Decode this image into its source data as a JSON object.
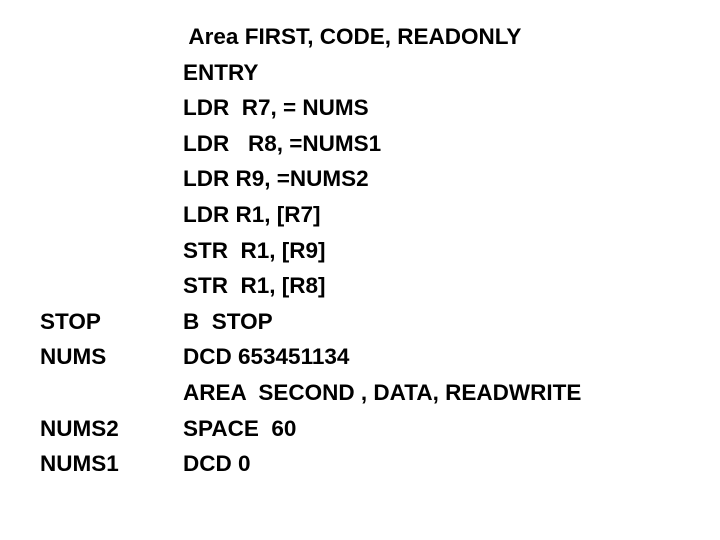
{
  "page": {
    "background_color": "#ffffff",
    "text_color": "#000000",
    "description": "Slide with ARM assembly code listing"
  },
  "code_listing": {
    "lines": [
      {
        "label": "",
        "code": " Area FIRST, CODE, READONLY"
      },
      {
        "label": "",
        "code": "ENTRY"
      },
      {
        "label": "",
        "code": "LDR  R7, = NUMS"
      },
      {
        "label": "",
        "code": "LDR   R8, =NUMS1"
      },
      {
        "label": "",
        "code": "LDR R9, =NUMS2"
      },
      {
        "label": "",
        "code": "LDR R1, [R7]"
      },
      {
        "label": "",
        "code": "STR  R1, [R9]"
      },
      {
        "label": "",
        "code": "STR  R1, [R8]"
      },
      {
        "label": "STOP",
        "code": "B  STOP"
      },
      {
        "label": "NUMS",
        "code": "DCD 653451134"
      },
      {
        "label": "",
        "code": "AREA  SECOND , DATA, READWRITE"
      },
      {
        "label": "NUMS2",
        "code": "SPACE  60"
      },
      {
        "label": "NUMS1",
        "code": "DCD 0"
      }
    ]
  }
}
